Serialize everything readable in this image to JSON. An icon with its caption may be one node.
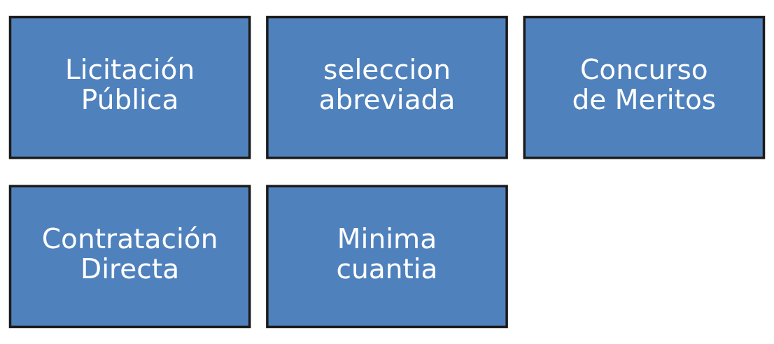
{
  "diagram": {
    "nodes": [
      {
        "text": [
          "Licitación Pública"
        ]
      },
      {
        "text": [
          "seleccion abreviada"
        ]
      },
      {
        "text": [
          "Concurso de Meritos"
        ]
      },
      {
        "text": [
          "Contratación Directa"
        ]
      },
      {
        "text": [
          "Minima cuantia"
        ]
      }
    ],
    "edges": []
  }
}
